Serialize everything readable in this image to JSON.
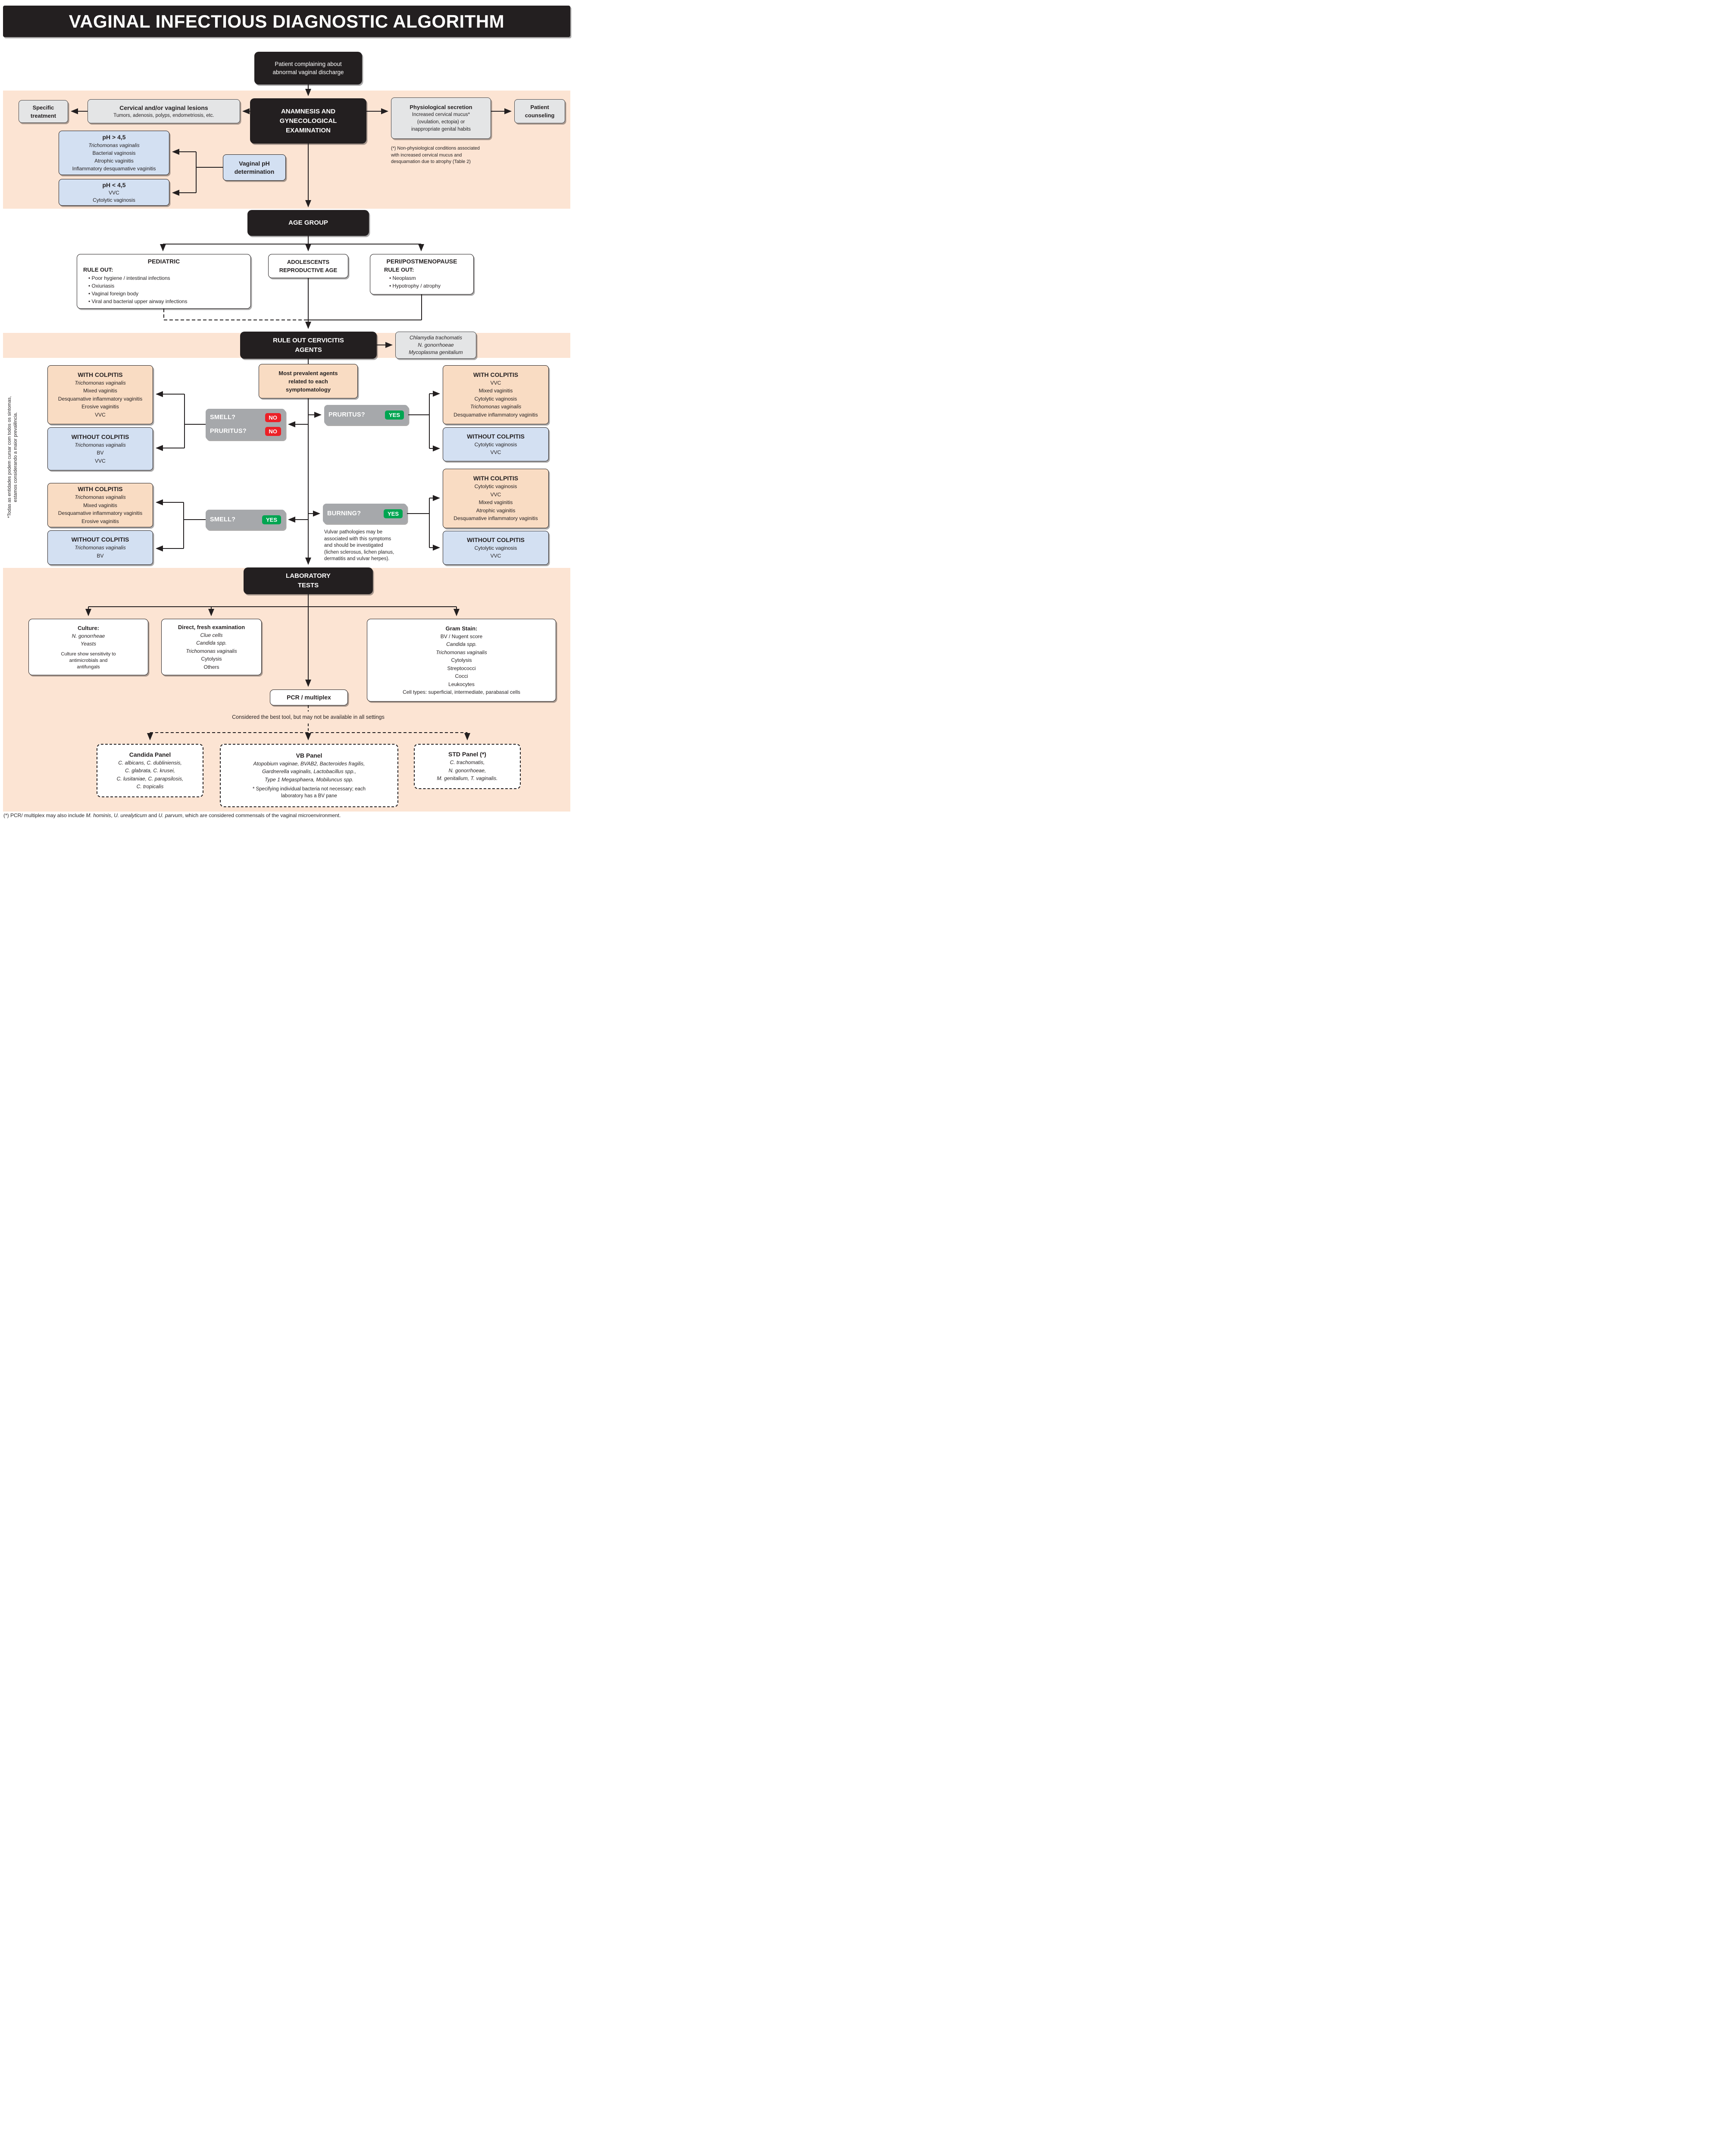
{
  "title": "VAGINAL INFECTIOUS DIAGNOSTIC ALGORITHM",
  "start": {
    "l1": "Patient complaining about",
    "l2": "abnormal vaginal discharge"
  },
  "anamnesis": {
    "l1": "ANAMNESIS AND",
    "l2": "GYNECOLOGICAL",
    "l3": "EXAMINATION"
  },
  "lesions": {
    "title": "Cervical and/or vaginal lesions",
    "sub": "Tumors, adenosis, polyps, endometriosis, etc."
  },
  "specific_treatment": {
    "l1": "Specific",
    "l2": "treatment"
  },
  "physiological": {
    "title": "Physiological secretion",
    "l1": "Increased cervical mucus*",
    "l2": "(ovulation, ectopia) or",
    "l3": "inappropriate genital habits"
  },
  "patient_counseling": {
    "l1": "Patient",
    "l2": "counseling"
  },
  "phys_note": {
    "l1": "(*) Non-physiological conditions associated",
    "l2": "with increased cervical mucus and",
    "l3": "desquamation due to atrophy (Table 2)"
  },
  "ph_high": {
    "title": "pH > 4,5",
    "l1": "Trichomonas vaginalis",
    "l2": "Bacterial vaginosis",
    "l3": "Atrophic vaginitis",
    "l4": "Inflammatory desquamative vaginitis"
  },
  "ph_low": {
    "title": "pH < 4,5",
    "l1": "VVC",
    "l2": "Cytolytic vaginosis"
  },
  "vaginal_ph": {
    "l1": "Vaginal pH",
    "l2": "determination"
  },
  "age_group": {
    "label": "AGE GROUP"
  },
  "pediatric": {
    "title": "PEDIATRIC",
    "rule_out": "RULE OUT:",
    "b1": "Poor hygiene / intestinal infections",
    "b2": "Oxiuriasis",
    "b3": "Vaginal foreign body",
    "b4": "Viral and bacterial upper airway infections"
  },
  "adolescents": {
    "l1": "ADOLESCENTS",
    "l2": "REPRODUCTIVE AGE"
  },
  "peri": {
    "title": "PERI/POSTMENOPAUSE",
    "rule_out": "RULE OUT:",
    "b1": "Neoplasm",
    "b2": "Hypotrophy / atrophy"
  },
  "cervicitis": {
    "l1": "RULE OUT CERVICITIS",
    "l2": "AGENTS"
  },
  "cervicitis_agents": {
    "l1": "Chlamydia trachomatis",
    "l2": "N. gonorrhoeae",
    "l3": "Mycoplasma genitalium"
  },
  "prevalent": {
    "l1": "Most prevalent agents",
    "l2": "related to each",
    "l3": "symptomatology"
  },
  "side_note": {
    "l1": "*Todas as entidades podem cursar com todos os sintomas,",
    "l2": "estamos considerando a maior prevalência."
  },
  "decisions": {
    "smell_no": {
      "q": "SMELL?",
      "a": "NO"
    },
    "pruritus_no": {
      "q": "PRURITUS?",
      "a": "NO"
    },
    "pruritus_yes": {
      "q": "PRURITUS?",
      "a": "YES"
    },
    "smell_yes": {
      "q": "SMELL?",
      "a": "YES"
    },
    "burning_yes": {
      "q": "BURNING?",
      "a": "YES"
    }
  },
  "q1_with": {
    "title": "WITH COLPITIS",
    "l1": "Trichomonas vaginalis",
    "l2": "Mixed vaginitis",
    "l3": "Desquamative inflammatory vaginitis",
    "l4": "Erosive vaginitis",
    "l5": "VVC"
  },
  "q1_without": {
    "title": "WITHOUT COLPITIS",
    "l1": "Trichomonas vaginalis",
    "l2": "BV",
    "l3": "VVC"
  },
  "q2_with": {
    "title": "WITH COLPITIS",
    "l1": "VVC",
    "l2": "Mixed vaginitis",
    "l3": "Cytolytic vaginosis",
    "l4": "Trichomonas vaginalis",
    "l5": "Desquamative inflammatory vaginitis"
  },
  "q2_without": {
    "title": "WITHOUT COLPITIS",
    "l1": "Cytolytic vaginosis",
    "l2": "VVC"
  },
  "q3_with": {
    "title": "WITH COLPITIS",
    "l1": "Trichomonas vaginalis",
    "l2": "Mixed vaginitis",
    "l3": "Desquamative inflammatory vaginitis",
    "l4": "Erosive vaginitis"
  },
  "q3_without": {
    "title": "WITHOUT COLPITIS",
    "l1": "Trichomonas vaginalis",
    "l2": "BV"
  },
  "q4_with": {
    "title": "WITH COLPITIS",
    "l1": "Cytolytic vaginosis",
    "l2": "VVC",
    "l3": "Mixed vaginitis",
    "l4": "Atrophic vaginitis",
    "l5": "Desquamative inflammatory vaginitis"
  },
  "q4_without": {
    "title": "WITHOUT COLPITIS",
    "l1": "Cytolytic vaginosis",
    "l2": "VVC"
  },
  "vulvar_note": {
    "l1": "Vulvar pathologies may be",
    "l2": "associated with this symptoms",
    "l3": "and should be investigated",
    "l4": "(lichen sclerosus, lichen planus,",
    "l5": "dermatitis and vulvar herpes)."
  },
  "lab": {
    "l1": "LABORATORY",
    "l2": "TESTS"
  },
  "culture": {
    "title": "Culture:",
    "l1": "N. gonorrheae",
    "l2": "Yeasts",
    "note1": "Culture show sensitivity to",
    "note2": "antimicrobials and",
    "note3": "antifungals"
  },
  "direct": {
    "title": "Direct, fresh examination",
    "l1": "Clue cells",
    "l2": "Candida spp.",
    "l3": "Trichomonas vaginalis",
    "l4": "Cytolysis",
    "l5": "Others"
  },
  "gram": {
    "title": "Gram Stain:",
    "l1": "BV / Nugent score",
    "l2": "Candida spp.",
    "l3": "Trichomonas vaginalis",
    "l4": "Cytolysis",
    "l5": "Streptococci",
    "l6": "Cocci",
    "l7": "Leukocytes",
    "l8": "Cell types: superficial, intermediate, parabasal cells"
  },
  "pcr": {
    "label": "PCR / multiplex"
  },
  "pcr_note": "Considered the best tool, but may not be available in all settings",
  "candida_panel": {
    "title": "Candida Panel",
    "l1": "C. albicans, C. dubliniensis,",
    "l2": "C. glabrata, C. krusei,",
    "l3": "C. lusitaniae, C. parapsilosis,",
    "l4": "C. tropicalis"
  },
  "vb_panel": {
    "title": "VB Panel",
    "l1": "Atopobium vaginae, BVAB2, Bacteroides fragilis,",
    "l2": "Gardnerella vaginalis, Lactobacillus spp.,",
    "l3": "Type 1 Megasphaera, Mobiluncus spp.",
    "note1": "* Specifying individual bacteria not necessary; each",
    "note2": "laboratory has a BV pane"
  },
  "std_panel": {
    "title": "STD Panel (*)",
    "l1": "C. trachomatis,",
    "l2": "N. gonorrhoeae,",
    "l3": "M. genitalium, T. vaginalis."
  },
  "footnote": {
    "p1": "(*) PCR/ multiplex may also include ",
    "p2": "M. hominis",
    "p3": ", ",
    "p4": "U. urealyticum",
    "p5": " and ",
    "p6": "U. parvum",
    "p7": ", which are considered commensals of the vaginal microenvironment."
  },
  "colors": {
    "node_black": "#231f20",
    "band_peach": "#fce4d3",
    "box_peach": "#f9dcc3",
    "box_blue": "#d3e0f2",
    "box_gray": "#e4e5e6",
    "decision_gray": "#a6a8ab",
    "badge_no_red": "#ec2027",
    "badge_yes_green": "#00a551"
  }
}
